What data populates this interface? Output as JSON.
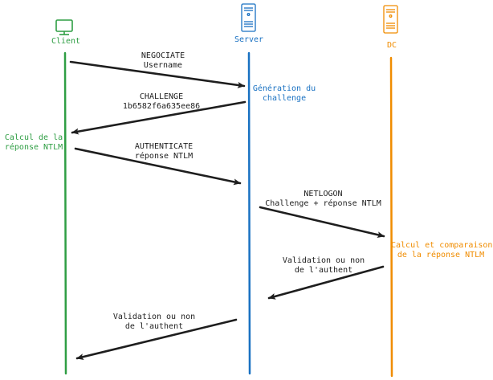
{
  "actors": {
    "client": {
      "label": "Client",
      "color": "#2f9e44",
      "icon": "monitor-icon"
    },
    "server": {
      "label": "Server",
      "color": "#1971c2",
      "icon": "server-tower-icon"
    },
    "dc": {
      "label": "DC",
      "color": "#f08c00",
      "icon": "server-tower-icon"
    }
  },
  "arrow_color": "#1e1e1e",
  "messages": [
    {
      "from": "Client",
      "to": "Server",
      "line1": "NEGOCIATE",
      "line2": "Username"
    },
    {
      "from": "Server",
      "to": "Client",
      "line1": "CHALLENGE",
      "line2": "1b6582f6a635ee86"
    },
    {
      "from": "Client",
      "to": "Server",
      "line1": "AUTHENTICATE",
      "line2": "réponse NTLM"
    },
    {
      "from": "Server",
      "to": "DC",
      "line1": "NETLOGON",
      "line2": "Challenge + réponse NTLM"
    },
    {
      "from": "DC",
      "to": "Server",
      "line1": "Validation ou non",
      "line2": "de l'authent"
    },
    {
      "from": "Server",
      "to": "Client",
      "line1": "Validation ou non",
      "line2": "de l'authent"
    }
  ],
  "notes": {
    "server_generation": {
      "line1": "Génération du",
      "line2": "challenge"
    },
    "client_computation": {
      "line1": "Calcul de la",
      "line2": "réponse NTLM"
    },
    "dc_computation": {
      "line1": "Calcul et comparaison",
      "line2": "de la réponse NTLM"
    }
  }
}
